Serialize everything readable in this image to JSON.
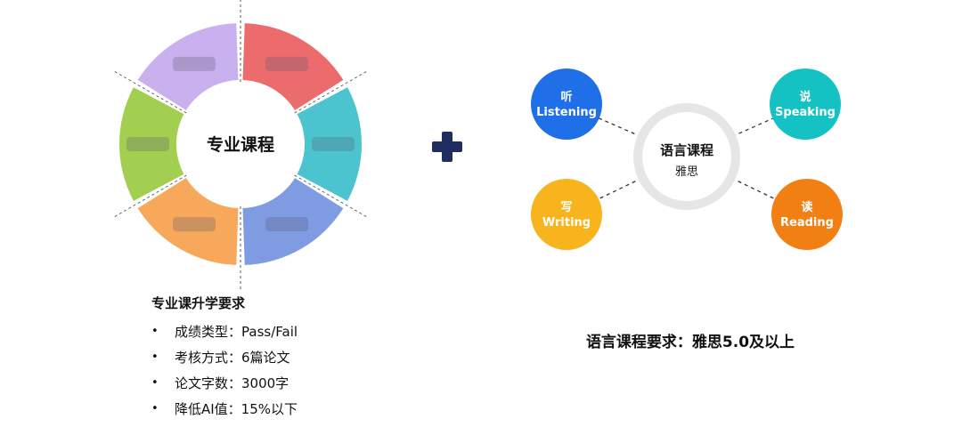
{
  "ring": {
    "center_label": "专业课程",
    "segment_colors": [
      "#ec6b6d",
      "#4cc4cf",
      "#7f9ce3",
      "#f7a85a",
      "#a2cf4f",
      "#c8b1ee"
    ]
  },
  "major_requirements": {
    "title": "专业课升学要求",
    "items": [
      "成绩类型：Pass/Fail",
      "考核方式：6篇论文",
      "论文字数：3000字",
      "降低AI值：15%以下"
    ]
  },
  "plus_icon": "plus-icon",
  "language": {
    "center_title": "语言课程",
    "center_subtitle": "雅思",
    "skills": [
      {
        "cn": "听",
        "en": "Listening",
        "color": "#1f6fe8"
      },
      {
        "cn": "说",
        "en": "Speaking",
        "color": "#14c2c4"
      },
      {
        "cn": "写",
        "en": "Writing",
        "color": "#f7b41d"
      },
      {
        "cn": "读",
        "en": "Reading",
        "color": "#f27f14"
      }
    ],
    "requirement": "语言课程要求：雅思5.0及以上"
  }
}
